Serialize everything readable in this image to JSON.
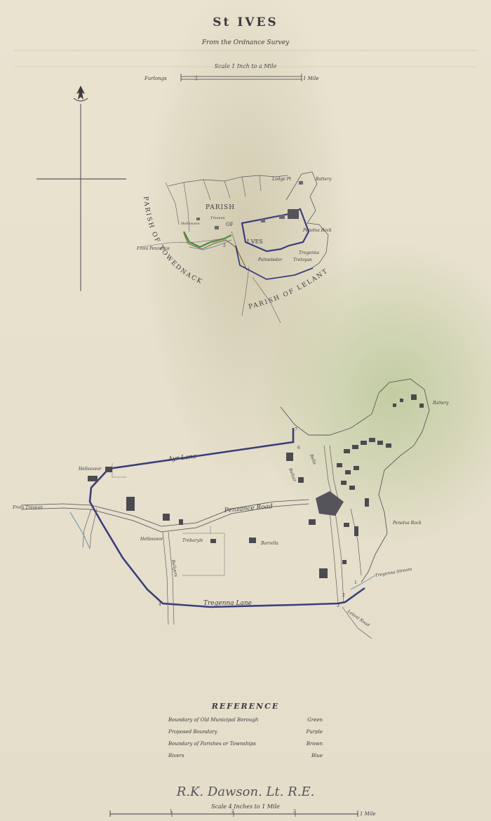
{
  "title": "St IVES",
  "subtitle": "From the Ordnance Survey",
  "top_scale": {
    "caption": "Scale 1 Inch to a Mile",
    "left_label": "Furlongs",
    "right_label": "1 Mile"
  },
  "overview_map": {
    "labels": {
      "parish_towednack": "PARISH OF TOWEDNACK",
      "parish_lelant": "PARISH OF LELANT",
      "parish_word": "PARISH",
      "of_word": "OF",
      "ives_word": "I  VES",
      "from_penzance": "From Penzance",
      "lodge": "Lodge Pt",
      "battery": "Battery",
      "penolva_rock": "Penolva Rock",
      "tregenna": "Tregenna",
      "treloyan": "Treloyan",
      "polmeledor": "Polmeledor",
      "hellesveor": "Hellesveor",
      "trevean": "Trevean",
      "five": "5"
    }
  },
  "main_map": {
    "labels": {
      "ayr_lane": "Ayr Lane",
      "penzance_road": "Penzance Road",
      "tregenna_lane": "Tregenna Lane",
      "battery": "Battery",
      "penolva_rock": "Penolva Rock",
      "tregenna_stream": "Tregenna Stream",
      "lelant_road": "Lelant Road",
      "from_trevean": "From Trevean",
      "hellesveor_top": "Hellesveor",
      "hellesveor_low": "Hellesveor",
      "trebaryle": "Trebaryle",
      "barrella": "Barrella",
      "bellyers": "Bellyers",
      "bellair": "Bellair",
      "belle": "Belle",
      "n1": "1",
      "n2": "2",
      "n3": "3",
      "n4": "4",
      "n6": "6",
      "n7": "7"
    }
  },
  "reference": {
    "title": "REFERENCE",
    "rows": [
      {
        "label": "Boundary of Old Municipal Borough",
        "color_name": "Green"
      },
      {
        "label": "Proposed Boundary",
        "color_name": "Purple"
      },
      {
        "label": "Boundary of Parishes or Townships",
        "color_name": "Brown"
      },
      {
        "label": "Rivers",
        "color_name": "Blue"
      }
    ]
  },
  "signature": "R.K. Dawson. Lt. R.E.",
  "bottom_scale": {
    "caption": "Scale 4 Inches to 1 Mile",
    "ticks": [
      "1",
      "2",
      "3"
    ],
    "end_label": "1 Mile"
  },
  "colors": {
    "old_borough_green": "#4a8a4a",
    "proposed_purple": "#3a3f7a",
    "parish_brown": "#8a6a3a",
    "river_blue": "#6a8fb0",
    "ink": "#3b3a3e"
  }
}
